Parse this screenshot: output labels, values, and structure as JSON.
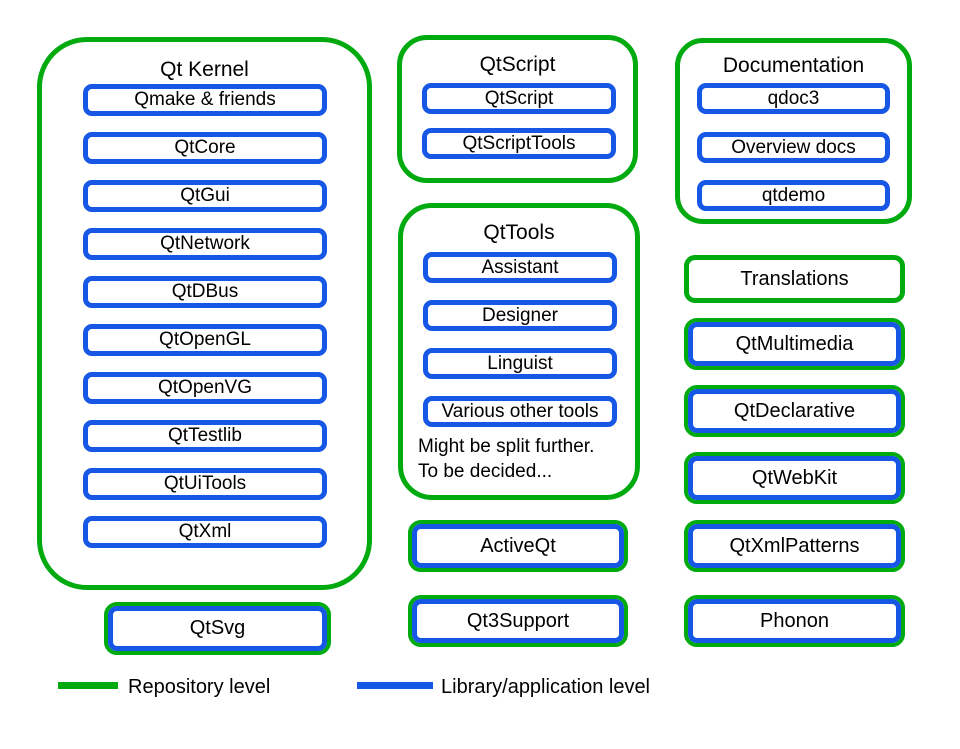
{
  "colors": {
    "repository_green": "#00AA0F",
    "library_blue": "#1657E6",
    "background": "#ffffff",
    "text": "#000000"
  },
  "groups": {
    "qt_kernel": {
      "title": "Qt Kernel",
      "items": [
        "Qmake & friends",
        "QtCore",
        "QtGui",
        "QtNetwork",
        "QtDBus",
        "QtOpenGL",
        "QtOpenVG",
        "QtTestlib",
        "QtUiTools",
        "QtXml"
      ]
    },
    "qtscript": {
      "title": "QtScript",
      "items": [
        "QtScript",
        "QtScriptTools"
      ]
    },
    "qttools": {
      "title": "QtTools",
      "items": [
        "Assistant",
        "Designer",
        "Linguist",
        "Various other tools"
      ],
      "note_line1": "Might be split further.",
      "note_line2": "To be decided..."
    },
    "documentation": {
      "title": "Documentation",
      "items": [
        "qdoc3",
        "Overview docs",
        "qtdemo"
      ]
    }
  },
  "standalone": {
    "qtsvg": "QtSvg",
    "activeqt": "ActiveQt",
    "qt3support": "Qt3Support",
    "translations": "Translations",
    "qtmultimedia": "QtMultimedia",
    "qtdeclarative": "QtDeclarative",
    "qtwebkit": "QtWebKit",
    "qtxmlpatterns": "QtXmlPatterns",
    "phonon": "Phonon"
  },
  "legend": {
    "repository": "Repository level",
    "library": "Library/application level"
  }
}
